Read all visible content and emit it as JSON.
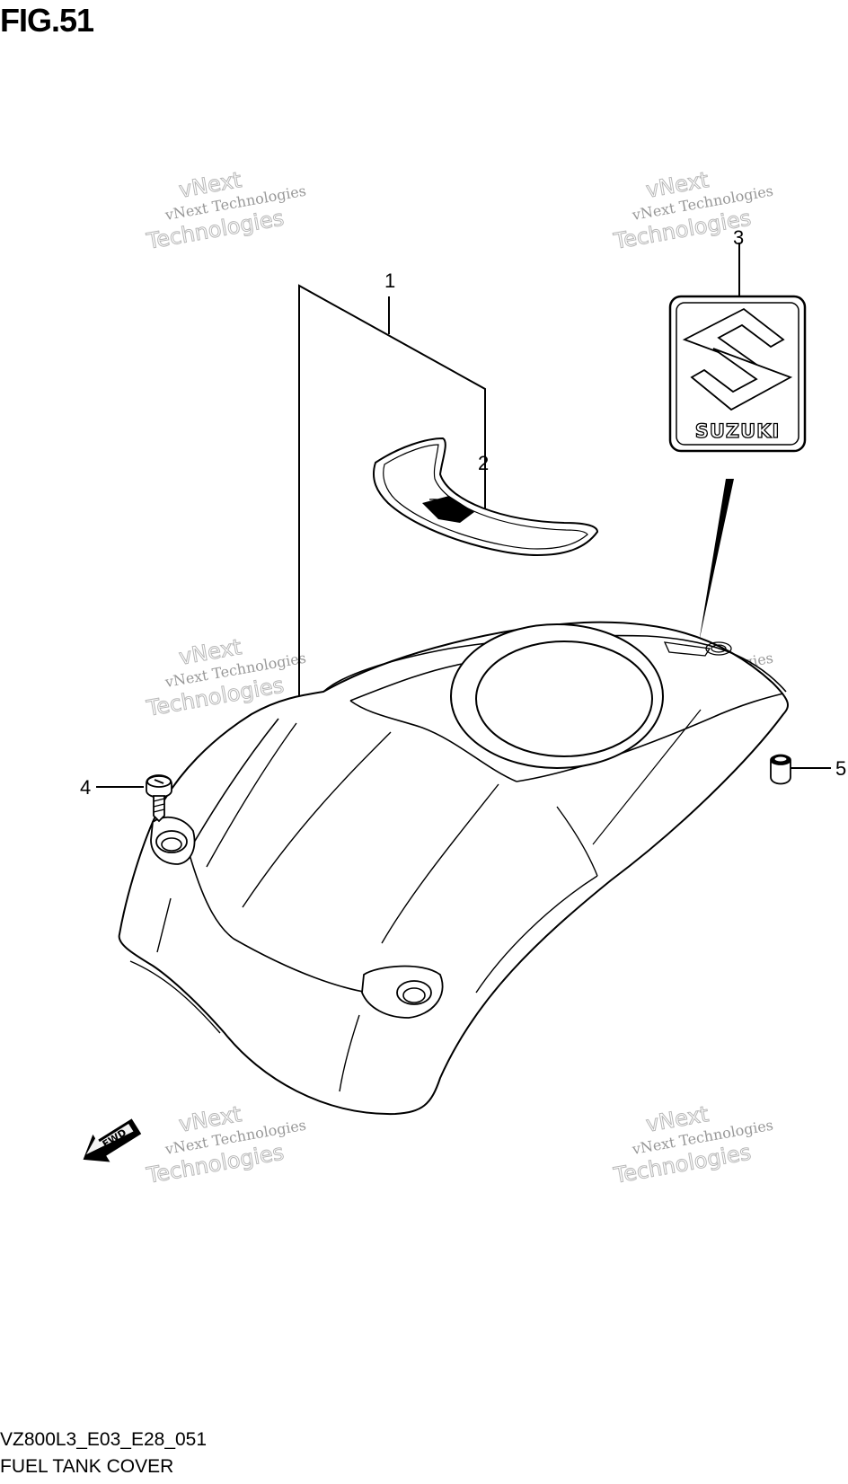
{
  "figure": {
    "title": "FIG.51"
  },
  "callouts": [
    {
      "id": "1",
      "label": "1"
    },
    {
      "id": "2",
      "label": "2"
    },
    {
      "id": "3",
      "label": "3"
    },
    {
      "id": "4",
      "label": "4"
    },
    {
      "id": "5",
      "label": "5"
    }
  ],
  "emblem": {
    "text": "SUZUKI"
  },
  "direction": {
    "text": "FWD"
  },
  "watermark": {
    "small": "vNext Technologies",
    "top": "vNext",
    "bottom": "Technologies"
  },
  "footer": {
    "code": "VZ800L3_E03_E28_051",
    "name": "FUEL TANK COVER"
  }
}
